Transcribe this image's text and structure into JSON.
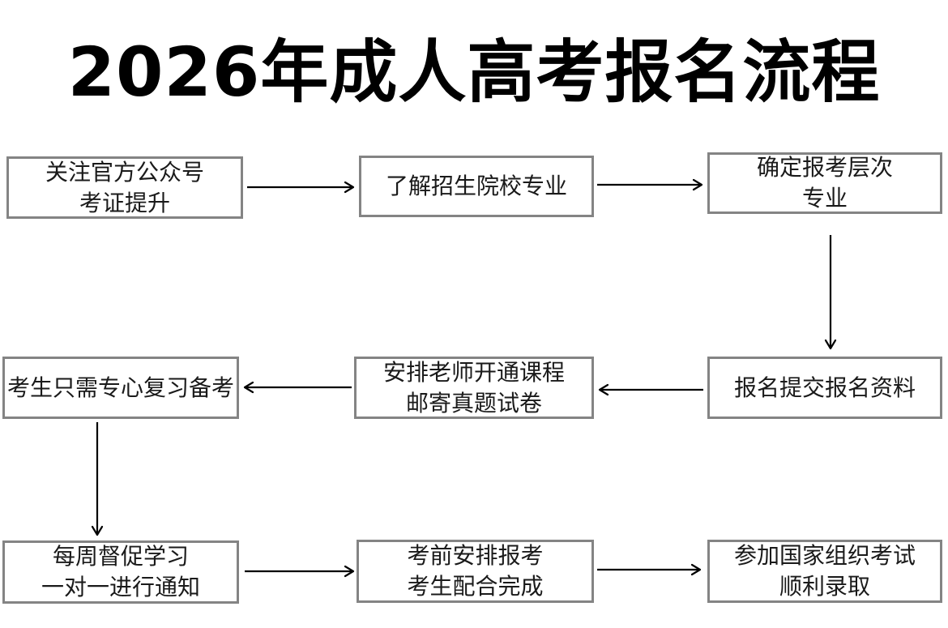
{
  "title": "2026年成人高考报名流程",
  "flow": {
    "steps": [
      {
        "id": "step-1",
        "lines": [
          "关注官方公众号",
          "考证提升"
        ]
      },
      {
        "id": "step-2",
        "lines": [
          "了解招生院校专业"
        ]
      },
      {
        "id": "step-3",
        "lines": [
          "确定报考层次",
          "专业"
        ]
      },
      {
        "id": "step-4",
        "lines": [
          "报名提交报名资料"
        ]
      },
      {
        "id": "step-5",
        "lines": [
          "安排老师开通课程",
          "邮寄真题试卷"
        ]
      },
      {
        "id": "step-6",
        "lines": [
          "考生只需专心复习备考"
        ]
      },
      {
        "id": "step-7",
        "lines": [
          "每周督促学习",
          "一对一进行通知"
        ]
      },
      {
        "id": "step-8",
        "lines": [
          "考前安排报考",
          "考生配合完成"
        ]
      },
      {
        "id": "step-9",
        "lines": [
          "参加国家组织考试",
          "顺利录取"
        ]
      }
    ],
    "connections": [
      {
        "from": "step-1",
        "to": "step-2",
        "direction": "right"
      },
      {
        "from": "step-2",
        "to": "step-3",
        "direction": "right"
      },
      {
        "from": "step-3",
        "to": "step-4",
        "direction": "down"
      },
      {
        "from": "step-4",
        "to": "step-5",
        "direction": "left"
      },
      {
        "from": "step-5",
        "to": "step-6",
        "direction": "left"
      },
      {
        "from": "step-6",
        "to": "step-7",
        "direction": "down"
      },
      {
        "from": "step-7",
        "to": "step-8",
        "direction": "right"
      },
      {
        "from": "step-8",
        "to": "step-9",
        "direction": "right"
      }
    ]
  },
  "colors": {
    "background": "#ffffff",
    "box_border": "#848484",
    "box_text": "#1a1a1a",
    "arrow": "#000000",
    "title": "#000000"
  }
}
